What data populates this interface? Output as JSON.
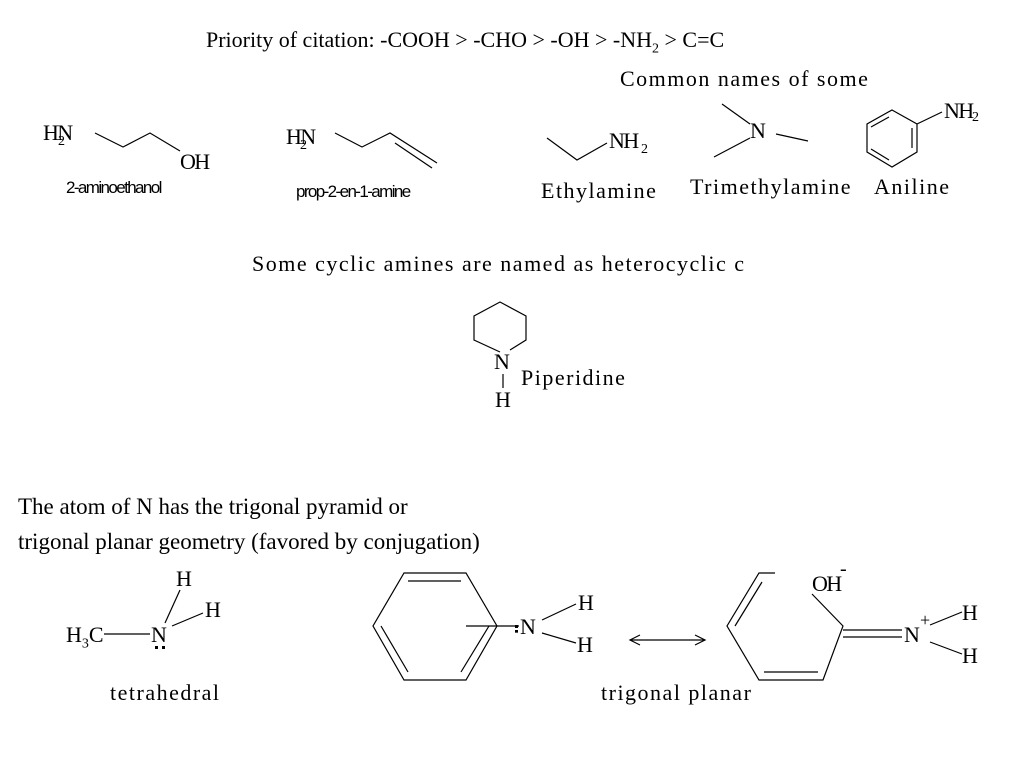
{
  "header": {
    "priority_prefix": "Priority of citation: -COOH > -CHO > -OH > -NH",
    "priority_sub": "2",
    "priority_suffix": " > C=C"
  },
  "common_names": {
    "heading": "Common names of some"
  },
  "molecules": {
    "aminoethanol": {
      "h2n_h": "H",
      "h2n_n": "N",
      "h2n_sub": "2",
      "oh": "OH",
      "name": "2-aminoethanol"
    },
    "propenamine": {
      "h2n_h": "H",
      "h2n_n": "N",
      "h2n_sub": "2",
      "name": "prop-2-en-1-amine"
    },
    "ethylamine": {
      "nh": "NH",
      "nh_sub": "2",
      "name": "Ethylamine"
    },
    "trimethylamine": {
      "n": "N",
      "name": "Trimethylamine"
    },
    "aniline": {
      "nh": "NH",
      "nh_sub": "2",
      "name": "Aniline"
    }
  },
  "cyclic": {
    "heading": "Some cyclic amines are named as heterocyclic c",
    "piperidine": {
      "n": "N",
      "h": "H",
      "name": "Piperidine"
    }
  },
  "geometry": {
    "line1": "The atom of N has the trigonal pyramid or",
    "line2": "trigonal planar geometry (favored by conjugation)"
  },
  "structures": {
    "methylamine": {
      "h3c": "H",
      "h3c_sub": "3",
      "h3c_c": "C",
      "n": "N",
      "h_top": "H",
      "h_right": "H",
      "label": "tetrahedral"
    },
    "aniline_resonance": {
      "n": "N",
      "h_top": "H",
      "h_bottom": "H"
    },
    "iminium": {
      "o": "O",
      "o_h": "H",
      "minus": "-",
      "n": "N",
      "plus": "+",
      "h_top": "H",
      "h_bottom": "H",
      "label": "trigonal planar"
    }
  }
}
